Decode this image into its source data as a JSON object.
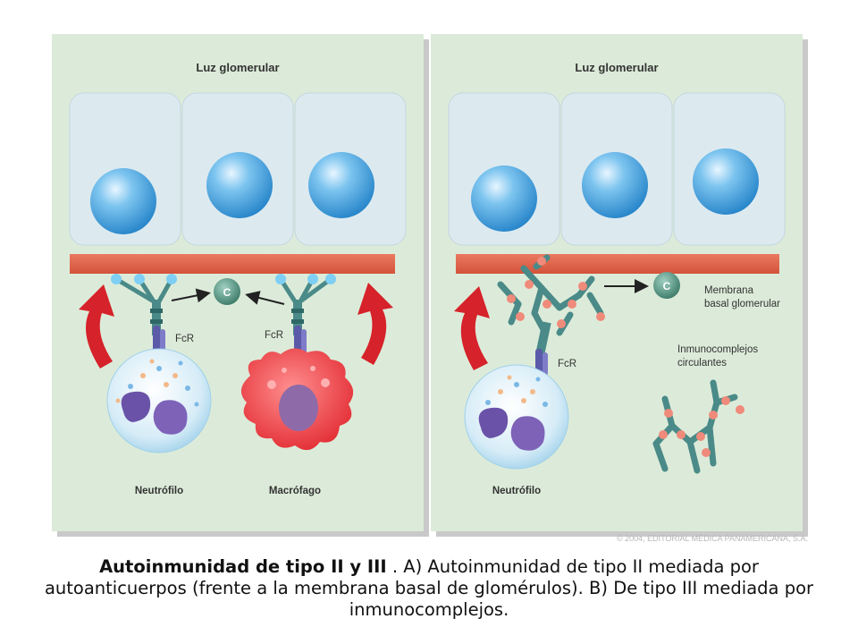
{
  "panel_a": {
    "lumen_label": "Luz glomerular",
    "complement_label": "C",
    "fcr_left": "FcR",
    "fcr_right": "FcR",
    "neutrophil_label": "Neutrófilo",
    "macrophage_label": "Macrófago"
  },
  "panel_b": {
    "lumen_label": "Luz glomerular",
    "complement_label": "C",
    "membrane_label_line1": "Membrana",
    "membrane_label_line2": "basal glomerular",
    "fcr_label": "FcR",
    "immune_label_line1": "Inmunocomplejos",
    "immune_label_line2": "circulantes",
    "neutrophil_label": "Neutrófilo"
  },
  "copyright": "© 2004, EDITORIAL MÉDICA PANAMERICANA, S.A.",
  "caption": {
    "lead": "Autoinmunidad de tipo II y III",
    "body": " .  A) Autoinmunidad de tipo II mediada por autoanticuerpos (frente a la membrana basal de glomérulos). B) De tipo III mediada por inmunocomplejos."
  },
  "colors": {
    "panel_bg": "#dcebd9",
    "cell_bg": "#dceaf0",
    "membrane": "#e0654b",
    "nucleus": "#3ea2e0",
    "complement": "#4c8c7a",
    "arrow_red": "#d6222a",
    "antibody_teal": "#4a8a88"
  }
}
